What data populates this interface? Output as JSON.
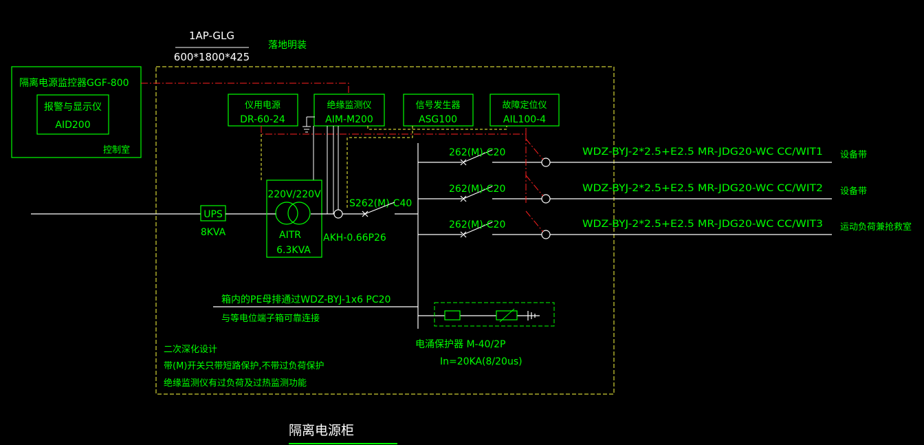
{
  "header": {
    "cabinet_code": "1AP-GLG",
    "dimensions": "600*1800*425",
    "mounting": "落地明装"
  },
  "monitor": {
    "title": "隔离电源监控器GGF-800",
    "inner_line1": "报警与显示仪",
    "inner_line2": "AID200",
    "location": "控制室"
  },
  "modules": {
    "power_name": "仪用电源",
    "power_model": "DR-60-24",
    "insulation_name": "绝缘监测仪",
    "insulation_model": "AIM-M200",
    "signal_name": "信号发生器",
    "signal_model": "ASG100",
    "fault_name": "故障定位仪",
    "fault_model": "AIL100-4"
  },
  "ups": {
    "label": "UPS",
    "rating": "8KVA"
  },
  "transformer": {
    "ratio": "220V/220V",
    "model": "AITR",
    "rating": "6.3KVA"
  },
  "main_breaker": {
    "label": "S262(M)-C40",
    "ct_model": "AKH-0.66P26"
  },
  "circuits": [
    {
      "breaker": "262(M)-C20",
      "cable": "WDZ-BYJ-2*2.5+E2.5  MR-JDG20-WC  CC/WIT1",
      "load": "设备带"
    },
    {
      "breaker": "262(M)-C20",
      "cable": "WDZ-BYJ-2*2.5+E2.5  MR-JDG20-WC  CC/WIT2",
      "load": "设备带"
    },
    {
      "breaker": "262(M)-C20",
      "cable": "WDZ-BYJ-2*2.5+E2.5  MR-JDG20-WC  CC/WIT3",
      "load": "运动负荷兼抢救室"
    }
  ],
  "pe": {
    "line1": "箱内的PE母排通过WDZ-BYJ-1x6  PC20",
    "line2": "与等电位端子箱可靠连接"
  },
  "spd": {
    "name": "电涌保护器  M-40/2P",
    "rating": "In=20KA(8/20us)"
  },
  "notes": [
    "二次深化设计",
    "带(M)开关只带短路保护,不带过负荷保护",
    "绝缘监测仪有过负荷及过热监测功能"
  ],
  "title": "隔离电源柜",
  "colors": {
    "line": "#00ff00",
    "wire": "#ffffff",
    "signal": "#ff2020",
    "frame": "#ffff40"
  }
}
